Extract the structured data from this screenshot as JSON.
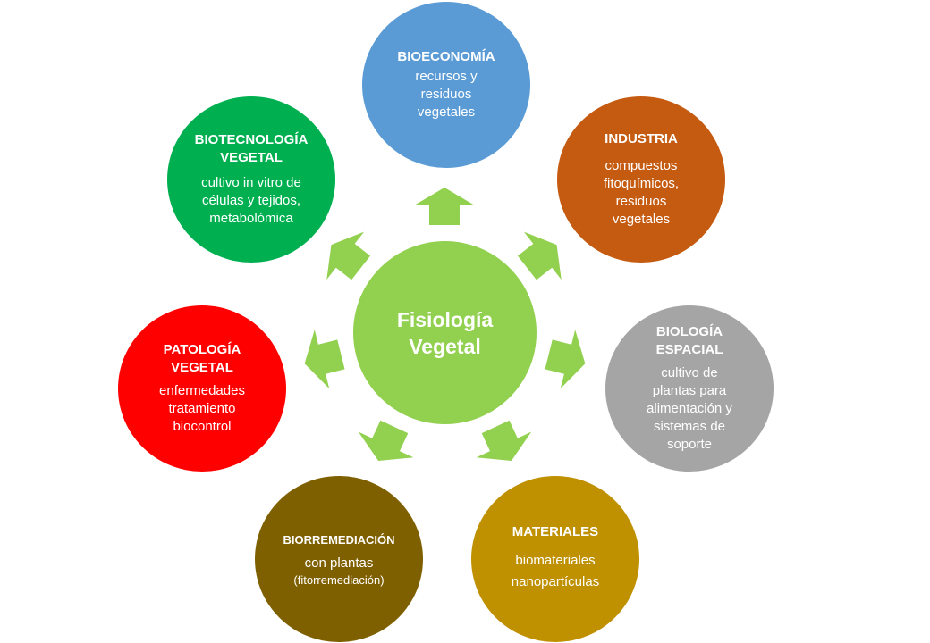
{
  "center": {
    "line1": "Fisiología",
    "line2": "Vegetal",
    "color": "#92d050"
  },
  "nodes": {
    "bioeconomia": {
      "title": "BIOECONOMÍA",
      "lines": [
        "recursos y",
        "residuos",
        "vegetales"
      ],
      "color": "#5b9bd5"
    },
    "biotecnologia": {
      "title_lines": [
        "BIOTECNOLOGÍA",
        "VEGETAL"
      ],
      "lines": [
        "cultivo in vitro de",
        "células y tejidos,",
        "metabolómica"
      ],
      "color": "#00b050"
    },
    "industria": {
      "title": "INDUSTRIA",
      "lines": [
        "compuestos",
        "fitoquímicos,",
        "residuos",
        "vegetales"
      ],
      "color": "#c55a11"
    },
    "patologia": {
      "title_lines": [
        "PATOLOGÍA",
        "VEGETAL"
      ],
      "lines": [
        "enfermedades",
        "tratamiento",
        "biocontrol"
      ],
      "color": "#ff0000"
    },
    "biologia_espacial": {
      "title_lines": [
        "BIOLOGÍA",
        "ESPACIAL"
      ],
      "lines": [
        "cultivo de",
        "plantas para",
        "alimentación y",
        "sistemas de",
        "soporte"
      ],
      "color": "#a5a5a5"
    },
    "biorremediacion": {
      "title": "BIORREMEDIACIÓN",
      "line": "con plantas",
      "sub": "(fitorremediación)",
      "color": "#7f6000"
    },
    "materiales": {
      "title": "MATERIALES",
      "lines": [
        "biomateriales",
        "nanopartículas"
      ],
      "color": "#bf9000"
    }
  },
  "arrow_color": "#92d050"
}
